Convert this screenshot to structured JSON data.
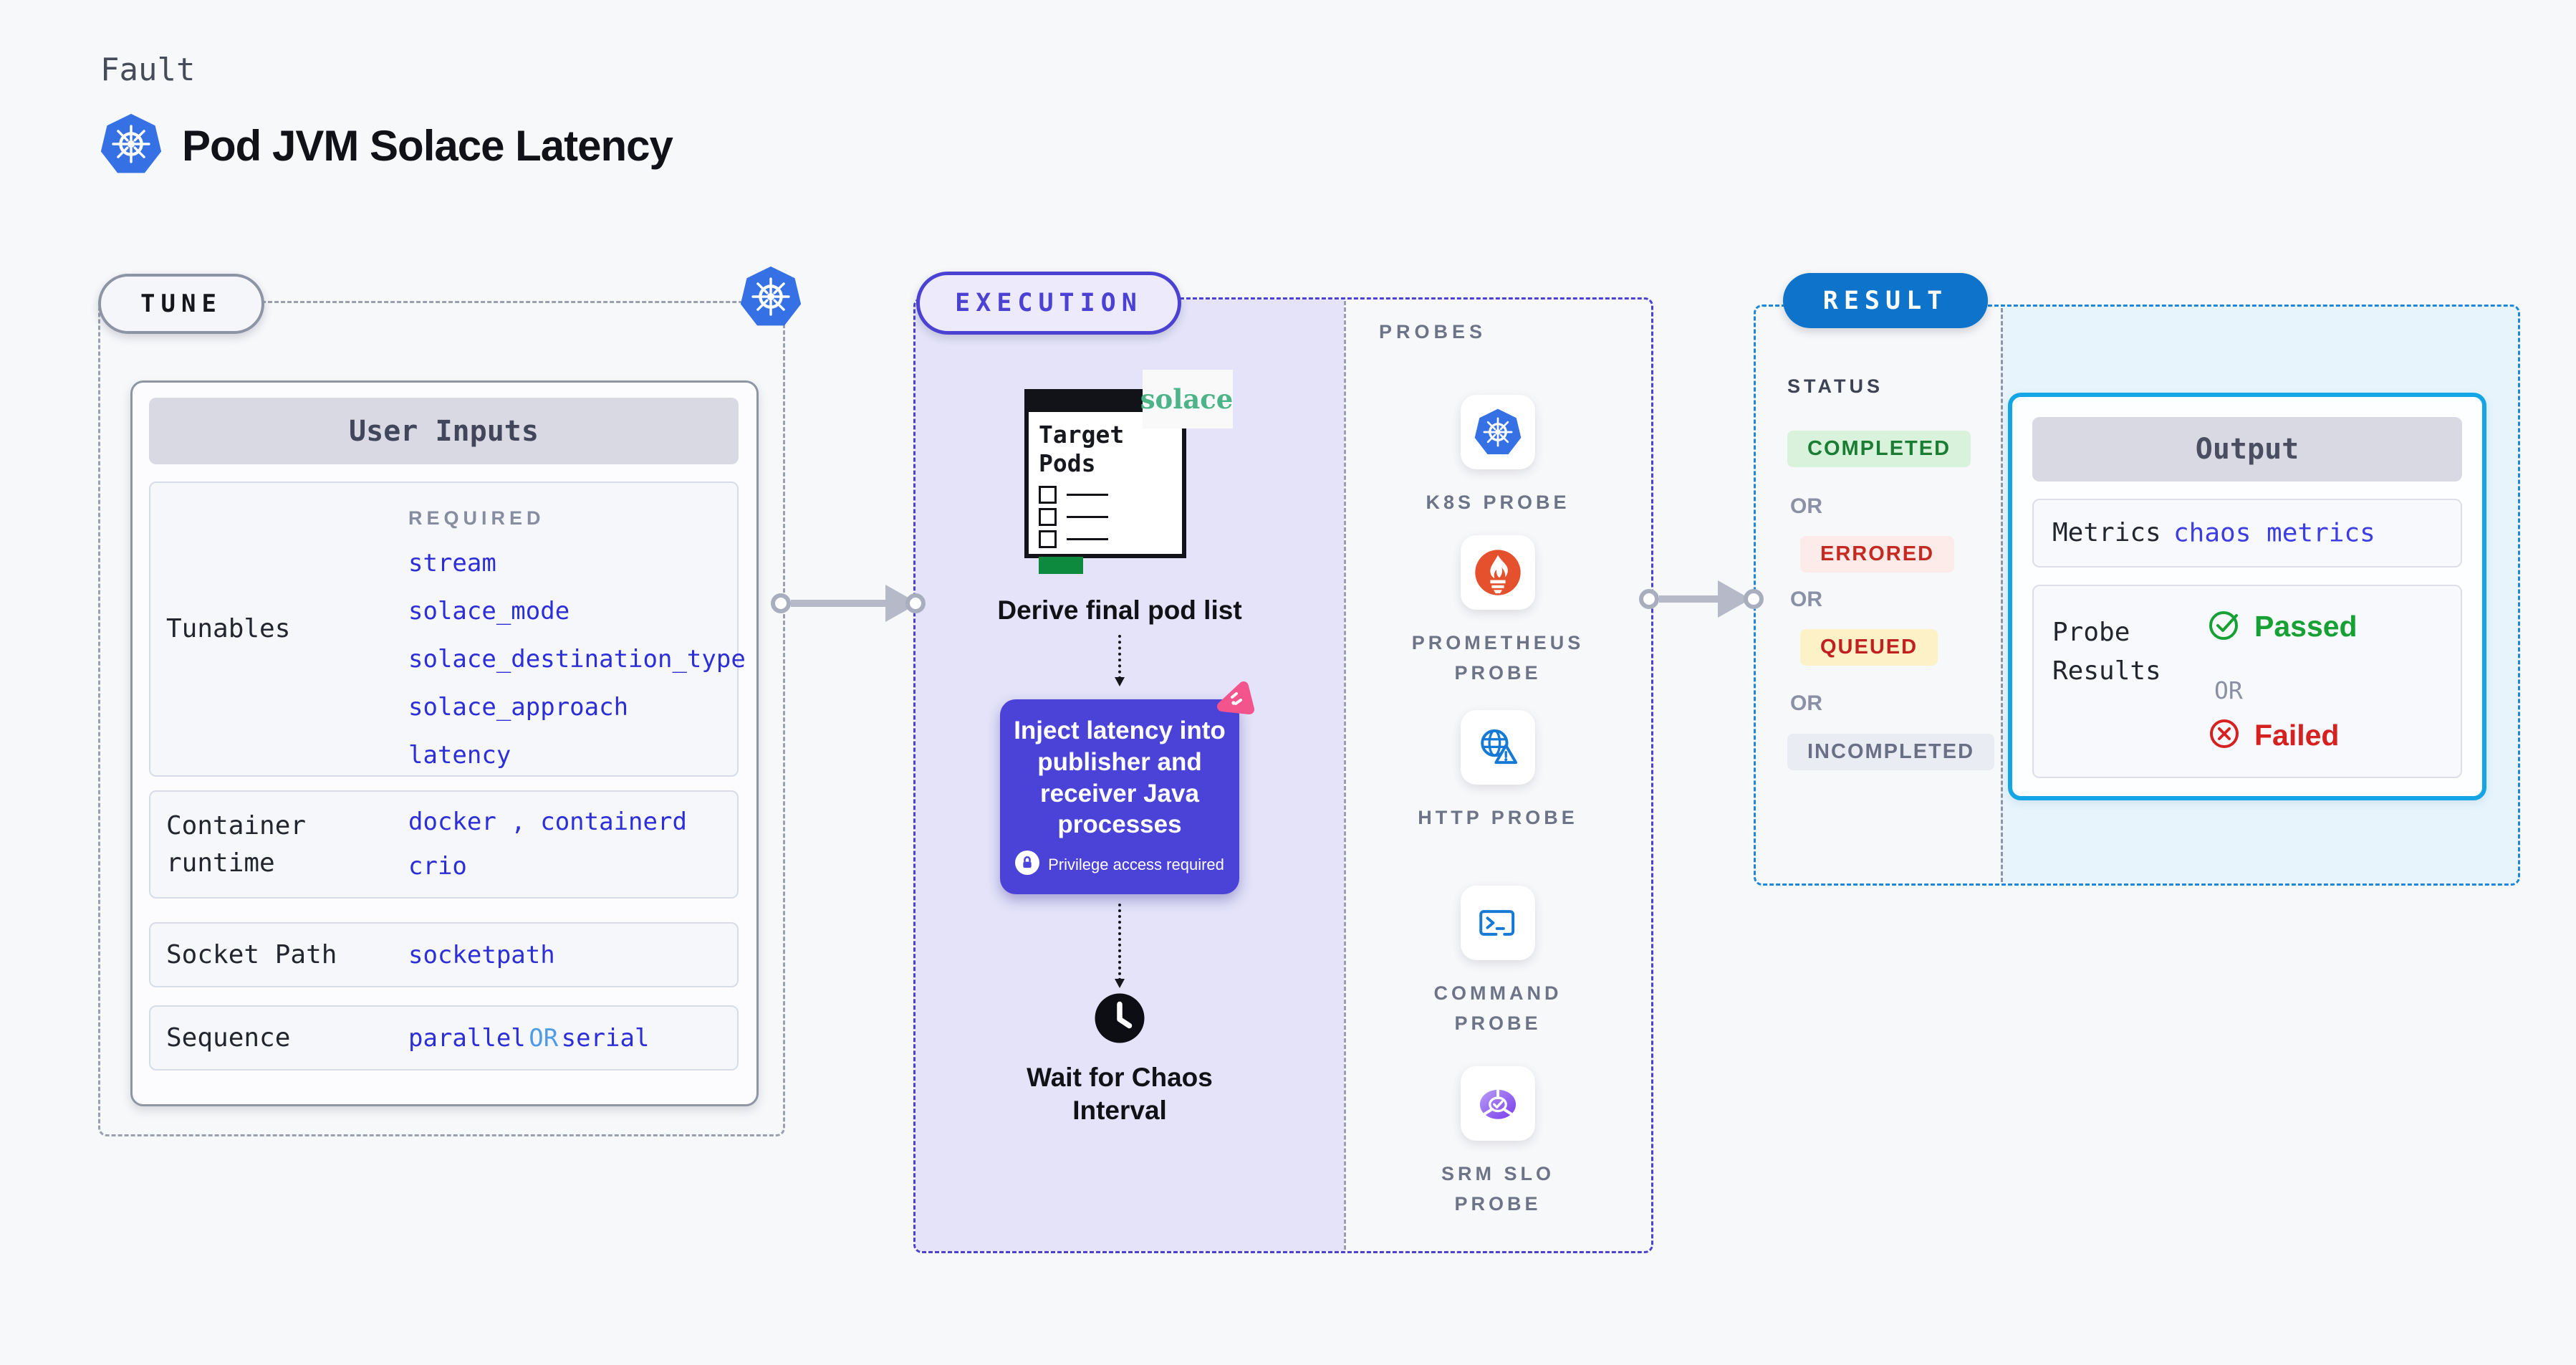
{
  "header": {
    "kicker": "Fault",
    "title": "Pod JVM Solace Latency"
  },
  "tune": {
    "pill": "TUNE",
    "table_title": "User Inputs",
    "tunables": {
      "label": "Tunables",
      "required_label": "REQUIRED",
      "values": [
        "stream",
        "solace_mode",
        "solace_destination_type",
        "solace_approach",
        "latency"
      ]
    },
    "runtime": {
      "label": "Container runtime",
      "line1": "docker , containerd",
      "line2": "crio"
    },
    "socket": {
      "label": "Socket Path",
      "value": "socketpath"
    },
    "sequence": {
      "label": "Sequence",
      "value1": "parallel",
      "or": "OR",
      "value2": "serial"
    }
  },
  "execution": {
    "pill": "EXECUTION",
    "target_card_title": "Target Pods",
    "solace_logo": "solace",
    "derive_label": "Derive final pod list",
    "inject_label": "Inject latency into publisher and receiver Java processes",
    "privilege_label": "Privilege access required",
    "wait_label": "Wait for Chaos Interval"
  },
  "probes": {
    "title": "PROBES",
    "items": [
      {
        "label": "K8S PROBE",
        "icon": "kubernetes-icon"
      },
      {
        "label": "PROMETHEUS PROBE",
        "icon": "prometheus-icon"
      },
      {
        "label": "HTTP PROBE",
        "icon": "http-globe-icon"
      },
      {
        "label": "COMMAND PROBE",
        "icon": "terminal-icon"
      },
      {
        "label": "SRM SLO PROBE",
        "icon": "srm-slo-icon"
      }
    ]
  },
  "result": {
    "pill": "RESULT",
    "status_title": "STATUS",
    "or_label": "OR",
    "statuses": [
      {
        "label": "COMPLETED",
        "text_color": "#1b7d33",
        "bg_color": "#d9f2dc"
      },
      {
        "label": "ERRORED",
        "text_color": "#c42a21",
        "bg_color": "#fcebe9"
      },
      {
        "label": "QUEUED",
        "text_color": "#c02020",
        "bg_color": "#fdf1c7"
      },
      {
        "label": "INCOMPLETED",
        "text_color": "#697086",
        "bg_color": "#eaecf4"
      }
    ],
    "output": {
      "title": "Output",
      "metrics_label": "Metrics",
      "metrics_value": "chaos metrics",
      "probe_results_label": "Probe Results",
      "passed": "Passed",
      "or": "OR",
      "failed": "Failed"
    }
  },
  "colors": {
    "page_bg": "#f7f8fa",
    "lavender_panel": "#e4e3f9",
    "indigo_accent": "#4b42d4",
    "inject_box": "#4b43d8",
    "result_blue": "#0d73cb",
    "output_border": "#14a5e6",
    "result_panel": "#e7f4fc",
    "link_blue": "#2c2ed8",
    "kubernetes_blue": "#3570e4",
    "prometheus_orange": "#e5512c",
    "solace_green": "#4db388",
    "litmus_pink": "#f4548c",
    "passed_green": "#17a034",
    "failed_red": "#d62121"
  }
}
